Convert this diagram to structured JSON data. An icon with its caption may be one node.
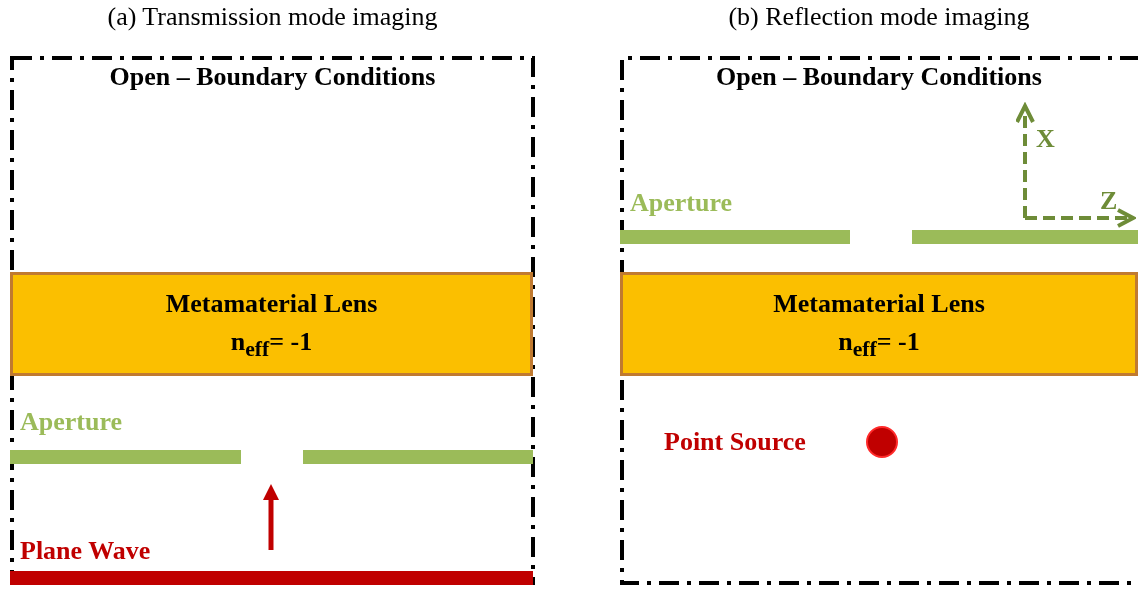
{
  "diagram": {
    "nodes": [
      {
        "text": [
          "(a) Transmission mode imaging",
          "Open – Boundary Conditions"
        ]
      },
      {
        "text": [
          "Metamaterial Lens",
          "n$_{eff}$= -1"
        ],
        "in": 0
      },
      {
        "text": [],
        "shape": "bar",
        "beside": [
          "Aperture"
        ],
        "in": 0
      },
      {
        "text": [],
        "shape": "bar",
        "in": 0
      },
      {
        "text": [],
        "shape": "bar",
        "beside": [
          "Plane Wave"
        ],
        "in": 0
      },
      {
        "text": [
          "(b) Reflection mode imaging",
          "Open – Boundary Conditions"
        ]
      },
      {
        "text": [],
        "shape": "bar",
        "beside": [
          "Aperture"
        ],
        "in": 5
      },
      {
        "text": [],
        "shape": "bar",
        "in": 5
      },
      {
        "text": [
          "Metamaterial Lens",
          "n$_{eff}$= -1"
        ],
        "in": 5
      },
      {
        "text": [],
        "shape": "circle",
        "beside": [
          "Point Source"
        ],
        "in": 5
      }
    ],
    "labels": [
      "X",
      "Z"
    ]
  }
}
